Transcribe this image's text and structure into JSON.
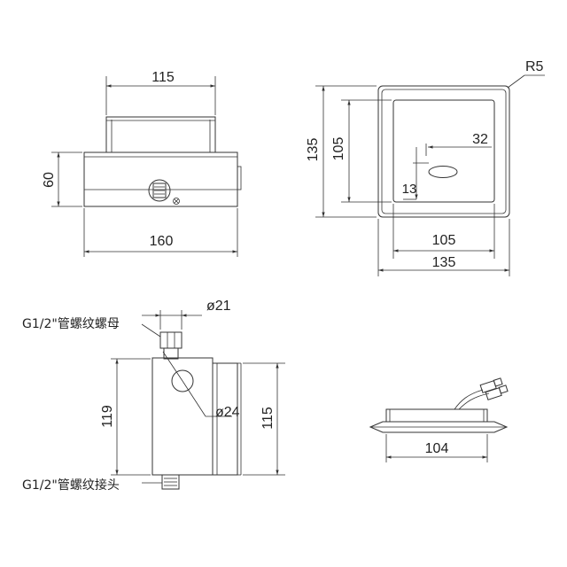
{
  "top_left_view": {
    "dim_width_top": "115",
    "dim_height": "60",
    "dim_width_bottom": "160"
  },
  "top_right_view": {
    "dim_radius": "R5",
    "dim_outer_height": "135",
    "dim_inner_height": "105",
    "dim_sensor_x": "32",
    "dim_sensor_y": "13",
    "dim_inner_width": "105",
    "dim_outer_width": "135"
  },
  "side_view": {
    "label_nut": "G1/2\"管螺纹螺母",
    "label_joint": "G1/2\"管螺纹接头",
    "dim_nut_dia": "ø21",
    "dim_hole_dia": "ø24",
    "dim_height_left": "119",
    "dim_height_right": "115"
  },
  "bottom_right_view": {
    "dim_width": "104"
  }
}
